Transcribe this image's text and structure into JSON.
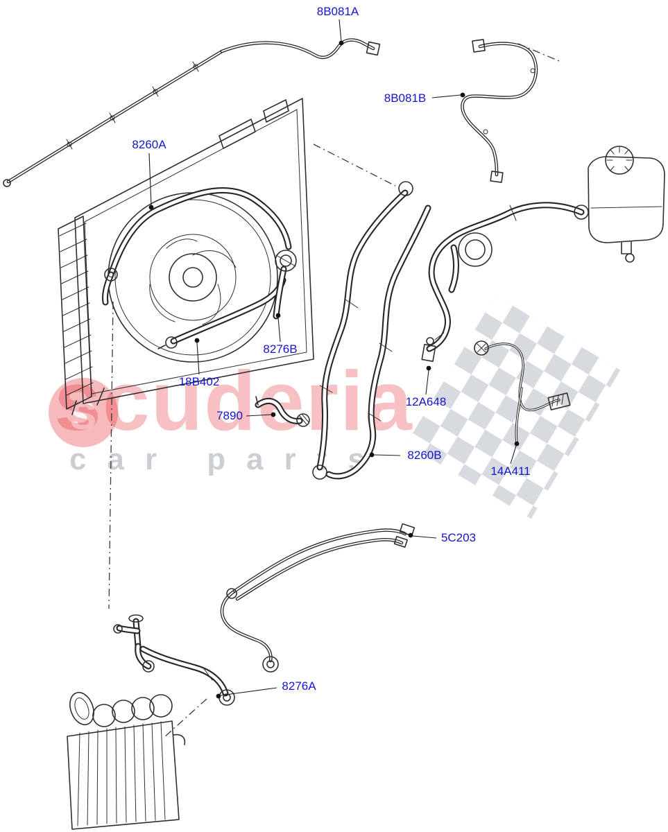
{
  "watermark": {
    "brand": "scuderia",
    "subtitle": "car parts"
  },
  "labels": {
    "8B081A": "8B081A",
    "8B081B": "8B081B",
    "8260A": "8260A",
    "8276B": "8276B",
    "18B402": "18B402",
    "7890": "7890",
    "12A648": "12A648",
    "8260B": "8260B",
    "14A411": "14A411",
    "5C203": "5C203",
    "8276A": "8276A"
  },
  "colors": {
    "label_blue": "#1414cf",
    "line": "#2e2e2e",
    "watermark_red": "#e21c26",
    "watermark_gray": "#8c929c"
  }
}
